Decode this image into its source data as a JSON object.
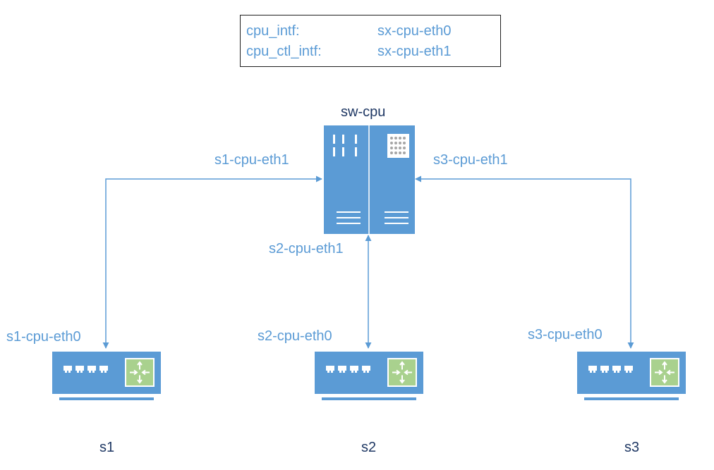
{
  "legend": {
    "rows": [
      {
        "key": "cpu_intf:",
        "value": "sx-cpu-eth0"
      },
      {
        "key": "cpu_ctl_intf:",
        "value": "sx-cpu-eth1"
      }
    ]
  },
  "cpu_switch": {
    "name": "sw-cpu",
    "icon": "server-icon"
  },
  "switches": [
    {
      "name": "s1",
      "icon": "router-switch-icon",
      "local_port": "s1-cpu-eth0",
      "cpu_port": "s1-cpu-eth1"
    },
    {
      "name": "s2",
      "icon": "router-switch-icon",
      "local_port": "s2-cpu-eth0",
      "cpu_port": "s2-cpu-eth1"
    },
    {
      "name": "s3",
      "icon": "router-switch-icon",
      "local_port": "s3-cpu-eth0",
      "cpu_port": "s3-cpu-eth1"
    }
  ],
  "colors": {
    "device_blue": "#5b9bd5",
    "router_green": "#a9d18e",
    "label_dark": "#1f3864",
    "label_blue": "#5b9bd5"
  }
}
